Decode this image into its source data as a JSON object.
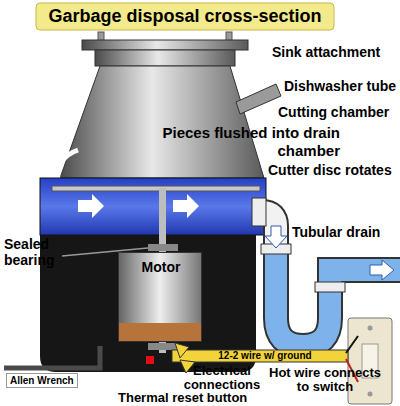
{
  "diagram": {
    "title": "Garbage disposal cross-section",
    "nodes": [
      {
        "text": [
          "Motor"
        ]
      }
    ],
    "labels": [
      "Sink attachment",
      "Dishwasher tube",
      "Cutting chamber",
      "Pieces flushed into drain chamber",
      "Cutter disc rotates",
      "Tubular drain",
      "Sealed bearing",
      "12-2 wire w/ ground",
      "Allen Wrench",
      "Electrical connections",
      "Thermal reset button",
      "Hot wire connects to switch"
    ]
  }
}
